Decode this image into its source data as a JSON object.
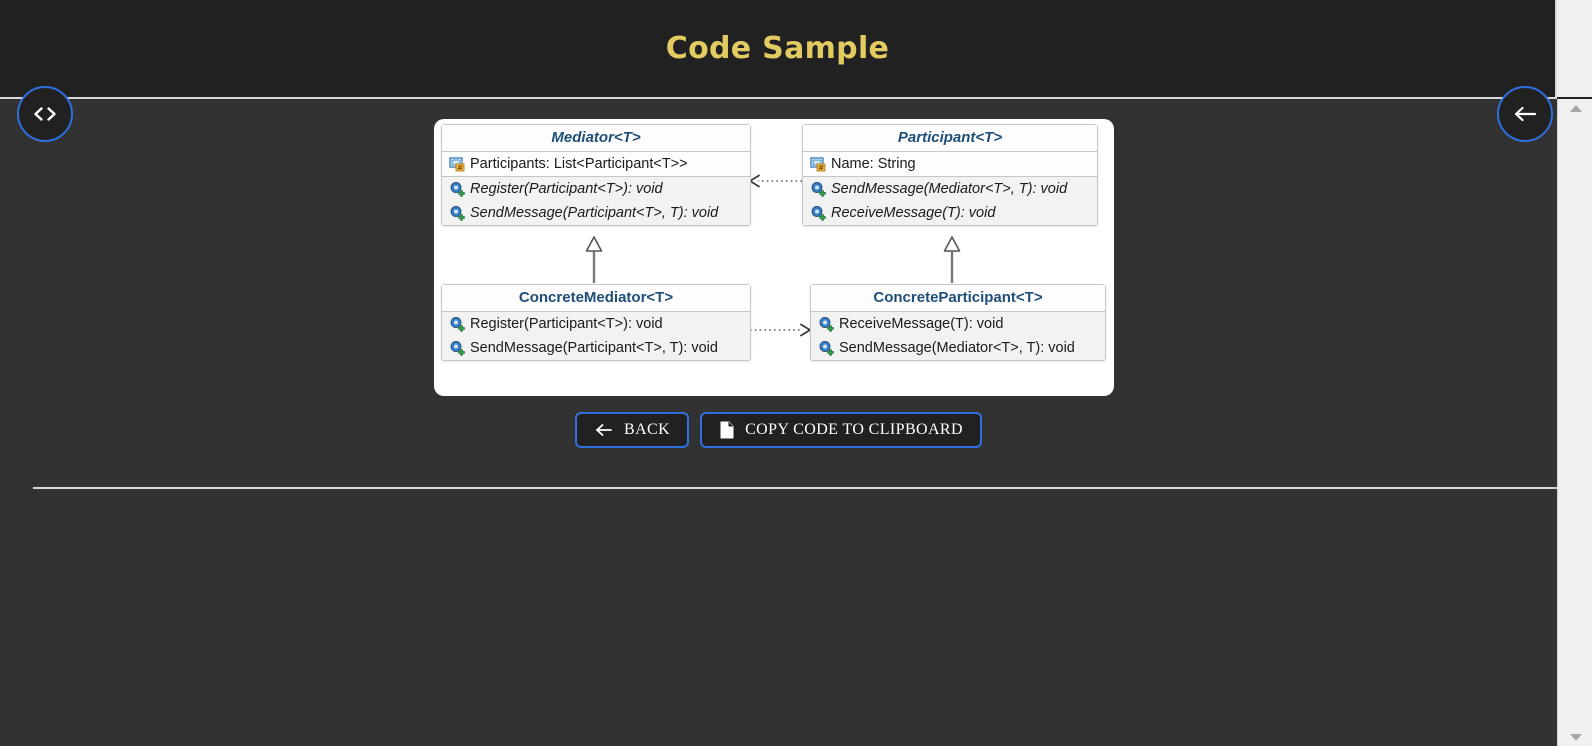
{
  "header": {
    "title": "Code Sample",
    "background": "#212121",
    "title_color": "#e2cc62"
  },
  "fab": {
    "code_button_label": "<>",
    "back_button_icon": "arrow-left-icon",
    "border_color": "#2f6fe0"
  },
  "diagram": {
    "type": "uml-class-diagram",
    "title_color": "#1f4e79",
    "classes": [
      {
        "id": "mediator",
        "name": "Mediator<T>",
        "abstract": true,
        "fields": [
          {
            "icon": "field-icon",
            "text": "Participants: List<Participant<T>>"
          }
        ],
        "methods": [
          {
            "icon": "method-icon",
            "text": "Register(Participant<T>): void"
          },
          {
            "icon": "method-icon",
            "text": "SendMessage(Participant<T>, T): void"
          }
        ]
      },
      {
        "id": "participant",
        "name": "Participant<T>",
        "abstract": true,
        "fields": [
          {
            "icon": "field-icon",
            "text": "Name: String"
          }
        ],
        "methods": [
          {
            "icon": "method-icon",
            "text": "SendMessage(Mediator<T>, T): void"
          },
          {
            "icon": "method-icon",
            "text": "ReceiveMessage(T): void"
          }
        ]
      },
      {
        "id": "concrete-mediator",
        "name": "ConcreteMediator<T>",
        "abstract": false,
        "fields": [],
        "methods": [
          {
            "icon": "method-icon",
            "text": "Register(Participant<T>): void"
          },
          {
            "icon": "method-icon",
            "text": "SendMessage(Participant<T>, T): void"
          }
        ]
      },
      {
        "id": "concrete-participant",
        "name": "ConcreteParticipant<T>",
        "abstract": false,
        "fields": [],
        "methods": [
          {
            "icon": "method-icon",
            "text": "ReceiveMessage(T): void"
          },
          {
            "icon": "method-icon",
            "text": "SendMessage(Mediator<T>, T): void"
          }
        ]
      }
    ],
    "relations": [
      {
        "from": "participant",
        "to": "mediator",
        "style": "dotted",
        "arrow": "open"
      },
      {
        "from": "concrete-mediator",
        "to": "mediator",
        "style": "solid",
        "arrow": "hollow-triangle"
      },
      {
        "from": "concrete-participant",
        "to": "participant",
        "style": "solid",
        "arrow": "hollow-triangle"
      },
      {
        "from": "concrete-mediator",
        "to": "concrete-participant",
        "style": "dotted",
        "arrow": "open"
      }
    ]
  },
  "actions": {
    "back": {
      "label": "BACK",
      "icon": "arrow-left-icon"
    },
    "copy": {
      "label": "COPY CODE TO CLIPBOARD",
      "icon": "document-icon"
    },
    "border_color": "#2f6fe0"
  },
  "scrollbar": {
    "up_icon": "chevron-up-icon",
    "down_icon": "chevron-down-icon",
    "orientation": "vertical"
  }
}
